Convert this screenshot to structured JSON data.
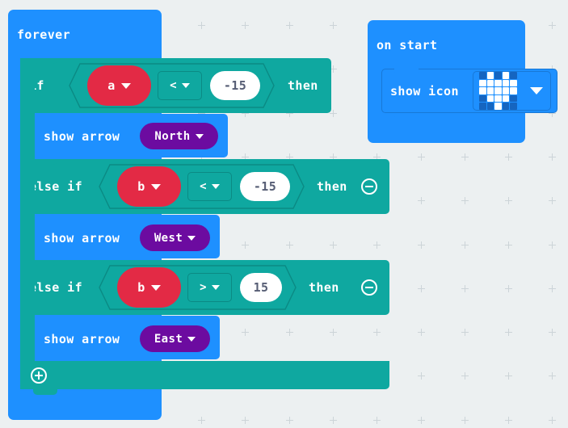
{
  "app": {
    "name": "MakeCode Blocks Editor",
    "canvas_background": "#ecf0f1",
    "grid_marker": "plus-icon"
  },
  "palette": {
    "event_blue": "#1e90ff",
    "control_teal": "#0fa8a0",
    "variable_red": "#e32a45",
    "dropdown_purple": "#6c0ba0",
    "number_white": "#ffffff",
    "number_text": "#575e75",
    "label_text": "#ffffff"
  },
  "scripts": [
    {
      "id": "forever-script",
      "hat_label": "forever",
      "branches": [
        {
          "keyword": "if",
          "condition": {
            "left_variable": "a",
            "operator": "<",
            "right_number": "-15"
          },
          "tail_label": "then",
          "mutator": null,
          "body": [
            {
              "command": "show arrow",
              "argument": "North"
            }
          ]
        },
        {
          "keyword": "else if",
          "condition": {
            "left_variable": "b",
            "operator": "<",
            "right_number": "-15"
          },
          "tail_label": "then",
          "mutator": "minus-icon",
          "body": [
            {
              "command": "show arrow",
              "argument": "West"
            }
          ]
        },
        {
          "keyword": "else if",
          "condition": {
            "left_variable": "b",
            "operator": ">",
            "right_number": "15"
          },
          "tail_label": "then",
          "mutator": "minus-icon",
          "body": [
            {
              "command": "show arrow",
              "argument": "East"
            }
          ]
        }
      ],
      "add_branch_button": "plus-icon"
    },
    {
      "id": "on-start-script",
      "hat_label": "on start",
      "body": [
        {
          "command": "show icon",
          "argument_type": "led-matrix",
          "matrix": [
            [
              0,
              1,
              0,
              1,
              0
            ],
            [
              1,
              1,
              1,
              1,
              1
            ],
            [
              1,
              1,
              1,
              1,
              1
            ],
            [
              0,
              1,
              1,
              1,
              0
            ],
            [
              0,
              0,
              1,
              0,
              0
            ]
          ]
        }
      ]
    }
  ]
}
